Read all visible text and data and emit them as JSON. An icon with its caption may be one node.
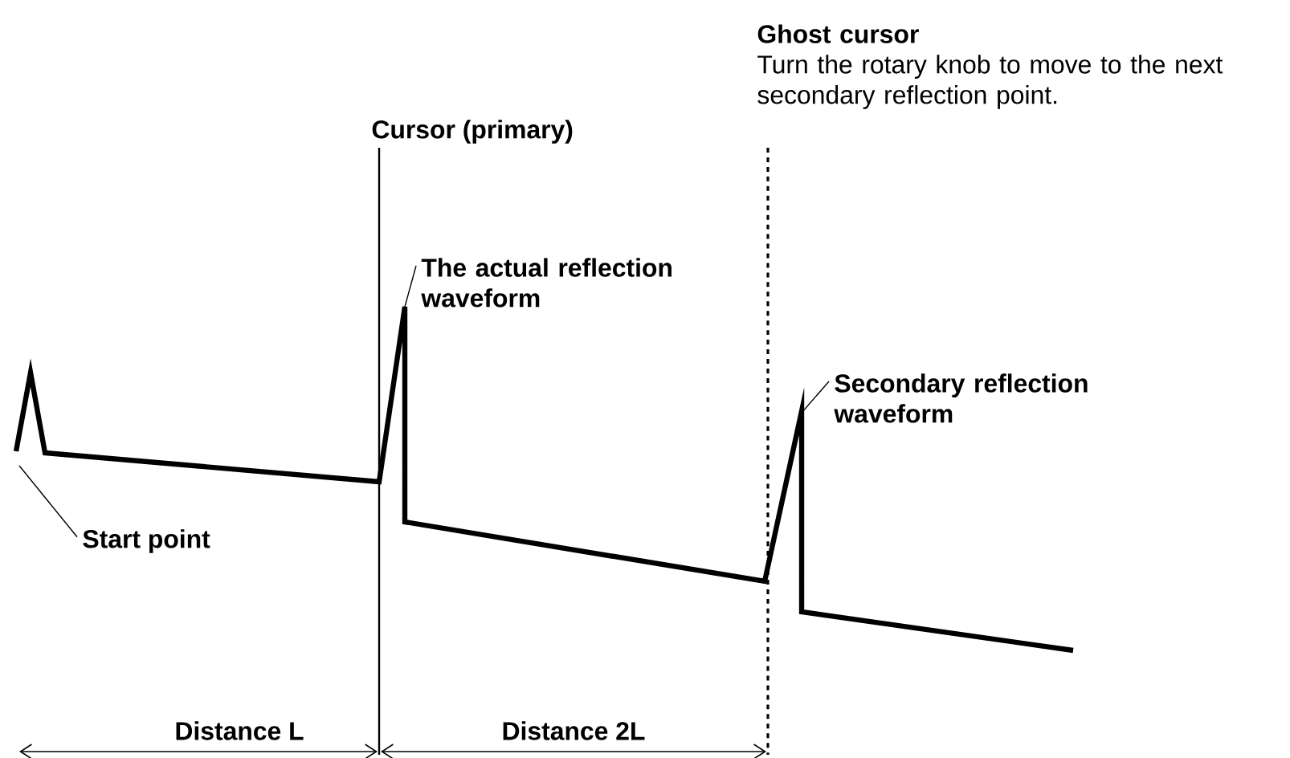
{
  "diagram": {
    "nodes": [
      {
        "text": [
          "Cursor (primary)"
        ]
      },
      {
        "text": [
          "Ghost cursor",
          "Turn the rotary knob to move to the next secondary reflection point."
        ]
      },
      {
        "text": [
          "The actual reflection waveform"
        ]
      },
      {
        "text": [
          "Secondary reflection waveform"
        ]
      },
      {
        "text": [
          "Start point"
        ]
      }
    ],
    "edges": [
      {
        "from": 2,
        "to": null,
        "arrow": "none"
      },
      {
        "from": 3,
        "to": null,
        "arrow": "none"
      },
      {
        "from": 4,
        "to": null,
        "arrow": "none"
      }
    ],
    "labels": [
      "Distance L",
      "Distance 2L"
    ]
  }
}
